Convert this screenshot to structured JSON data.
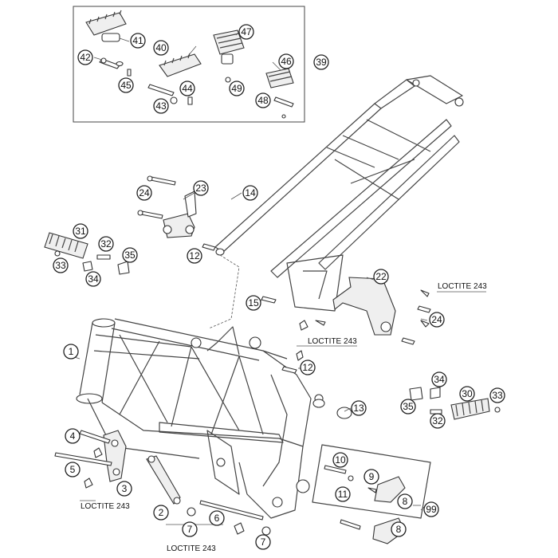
{
  "callouts": {
    "c1": "1",
    "c2": "2",
    "c3": "3",
    "c4": "4",
    "c5": "5",
    "c6": "6",
    "c7a": "7",
    "c7b": "7",
    "c8a": "8",
    "c8b": "8",
    "c9": "9",
    "c10": "10",
    "c11": "11",
    "c12a": "12",
    "c12b": "12",
    "c13": "13",
    "c14": "14",
    "c15": "15",
    "c22": "22",
    "c23": "23",
    "c24a": "24",
    "c24b": "24",
    "c30": "30",
    "c31": "31",
    "c32a": "32",
    "c32b": "32",
    "c33a": "33",
    "c33b": "33",
    "c34a": "34",
    "c34b": "34",
    "c35a": "35",
    "c35b": "35",
    "c39": "39",
    "c40": "40",
    "c41": "41",
    "c42": "42",
    "c43": "43",
    "c44": "44",
    "c45": "45",
    "c46": "46",
    "c47": "47",
    "c48": "48",
    "c49": "49",
    "c99": "99"
  },
  "notes": {
    "loctite_right": "LOCTITE 243",
    "loctite_center": "LOCTITE 243",
    "loctite_left": "LOCTITE 243",
    "loctite_bottom": "LOCTITE 243"
  }
}
